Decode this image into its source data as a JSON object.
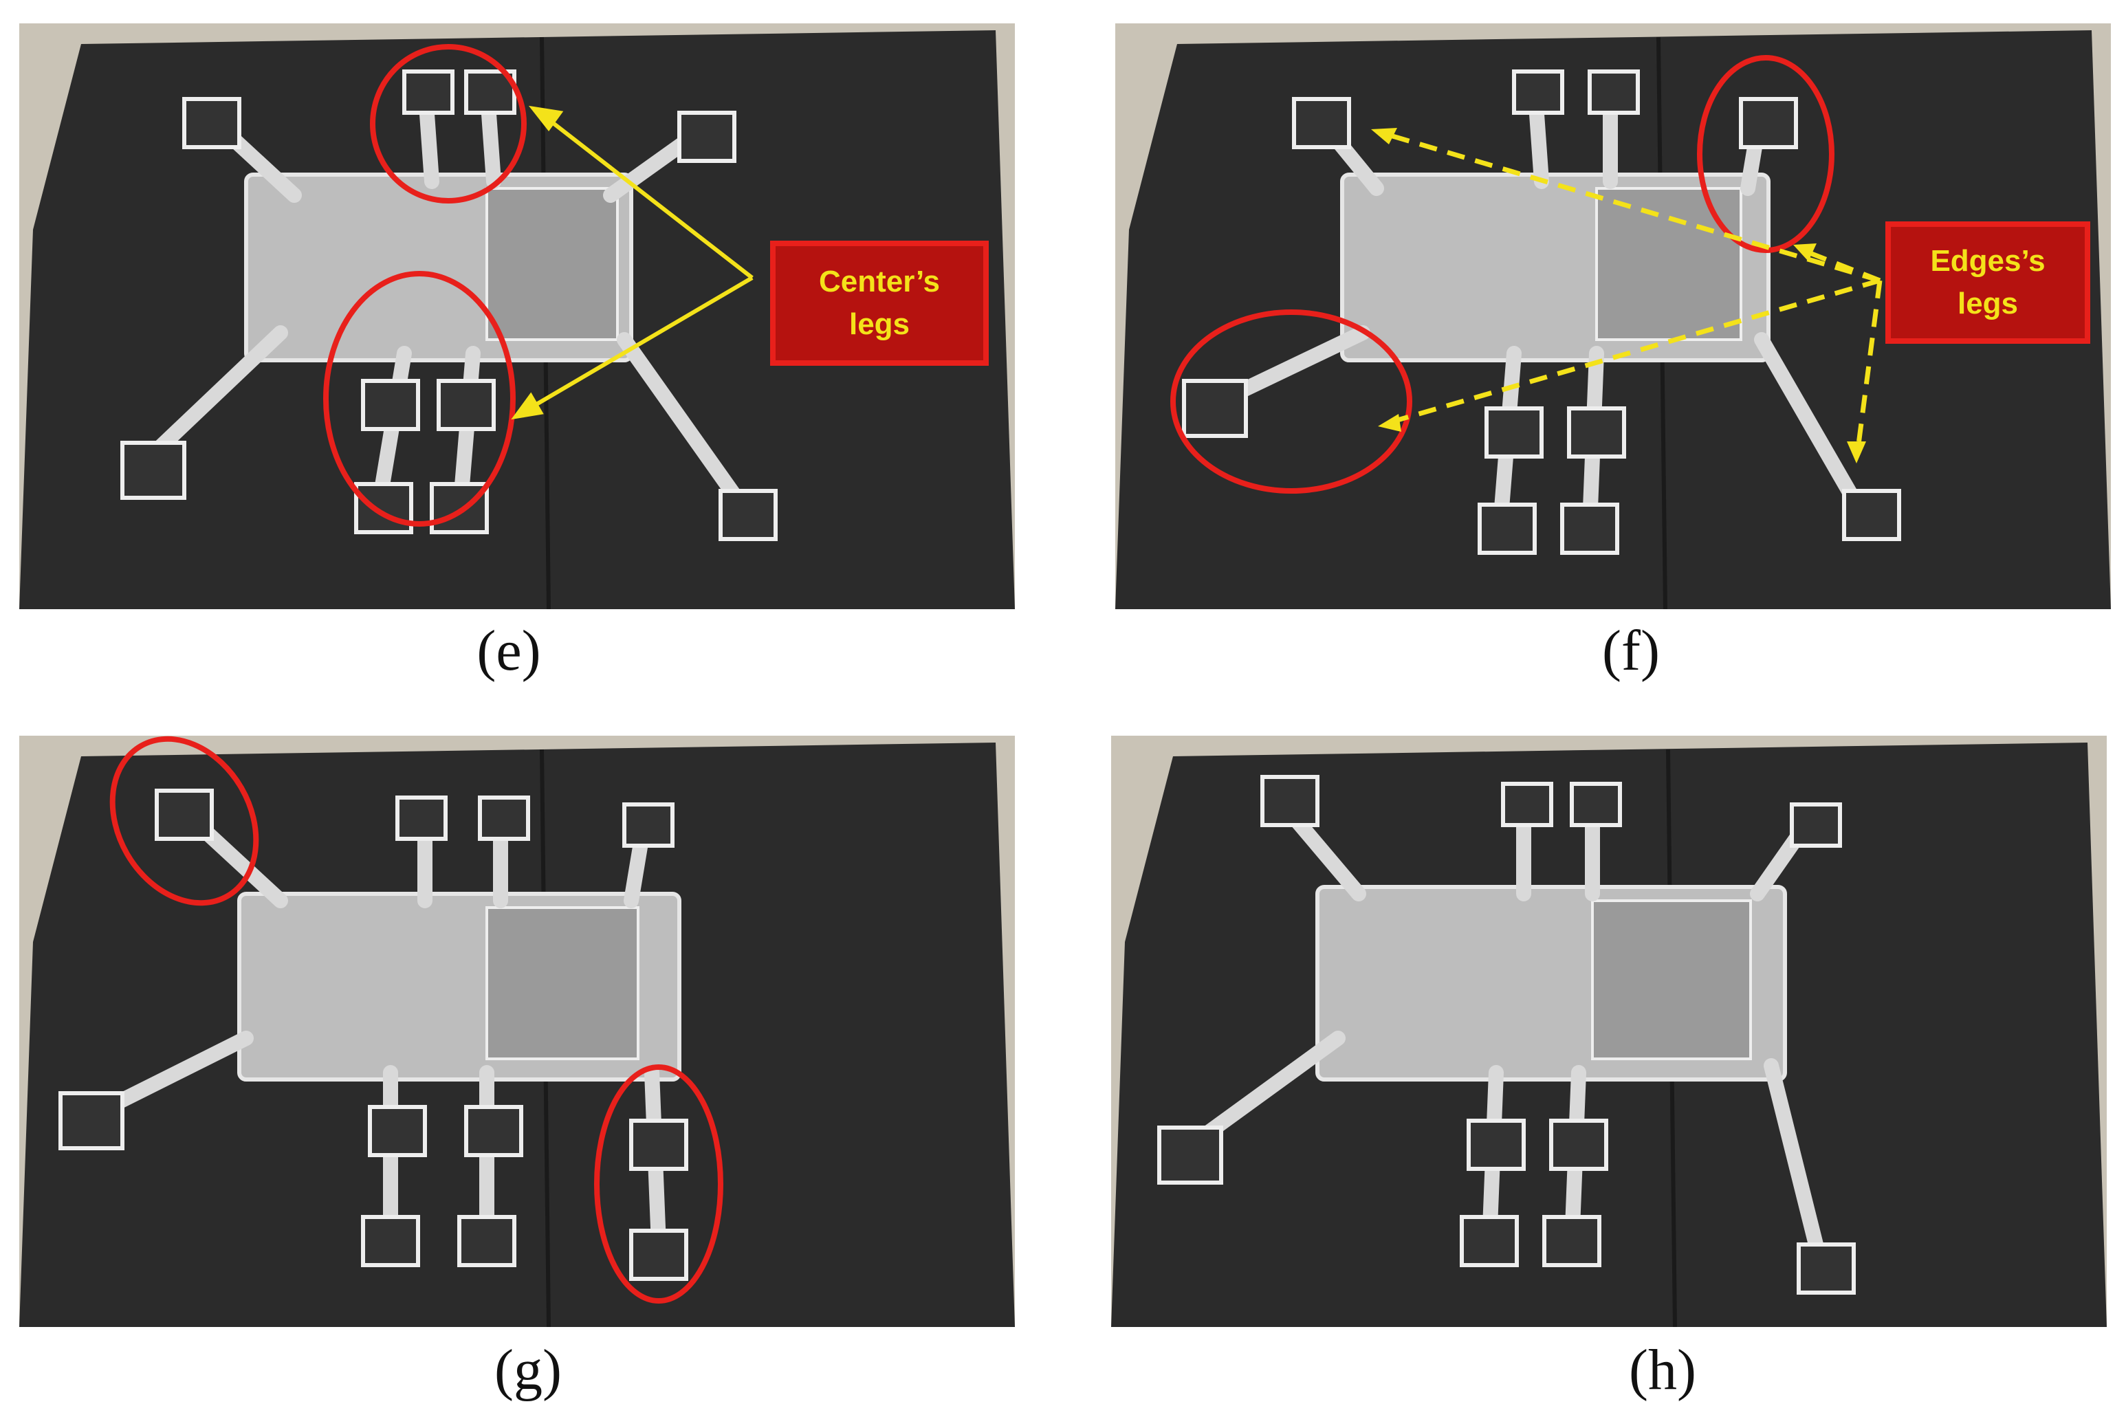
{
  "panels": [
    {
      "id": "e",
      "caption": "(e)"
    },
    {
      "id": "f",
      "caption": "(f)"
    },
    {
      "id": "g",
      "caption": "(g)"
    },
    {
      "id": "h",
      "caption": "(h)"
    }
  ],
  "annotations": {
    "center_label_line1": "Center’s",
    "center_label_line2": "legs",
    "edges_label_line1": "Edges’s",
    "edges_label_line2": "legs"
  },
  "colors": {
    "highlight_ring": "#e8201b",
    "arrow": "#f4e21a",
    "label_fill": "#b5120f",
    "floor_mat": "#2b2b2b",
    "floor_concrete": "#c9c3b6",
    "robot_frame": "#d9d9d9"
  }
}
